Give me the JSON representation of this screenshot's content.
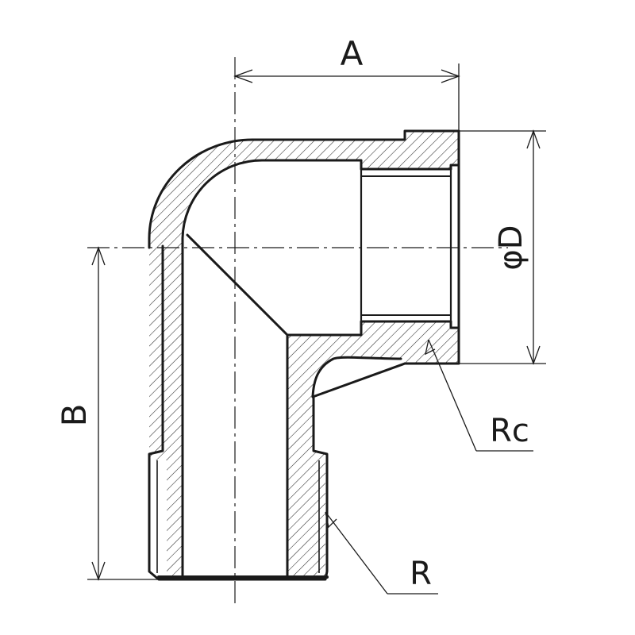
{
  "dimensions": {
    "a": "A",
    "b": "B",
    "d": "φD"
  },
  "threads": {
    "female": "Rc",
    "male": "R"
  },
  "colors": {
    "line": "#1a1a1a",
    "hatch": "#2a2a2a",
    "background": "#ffffff"
  }
}
